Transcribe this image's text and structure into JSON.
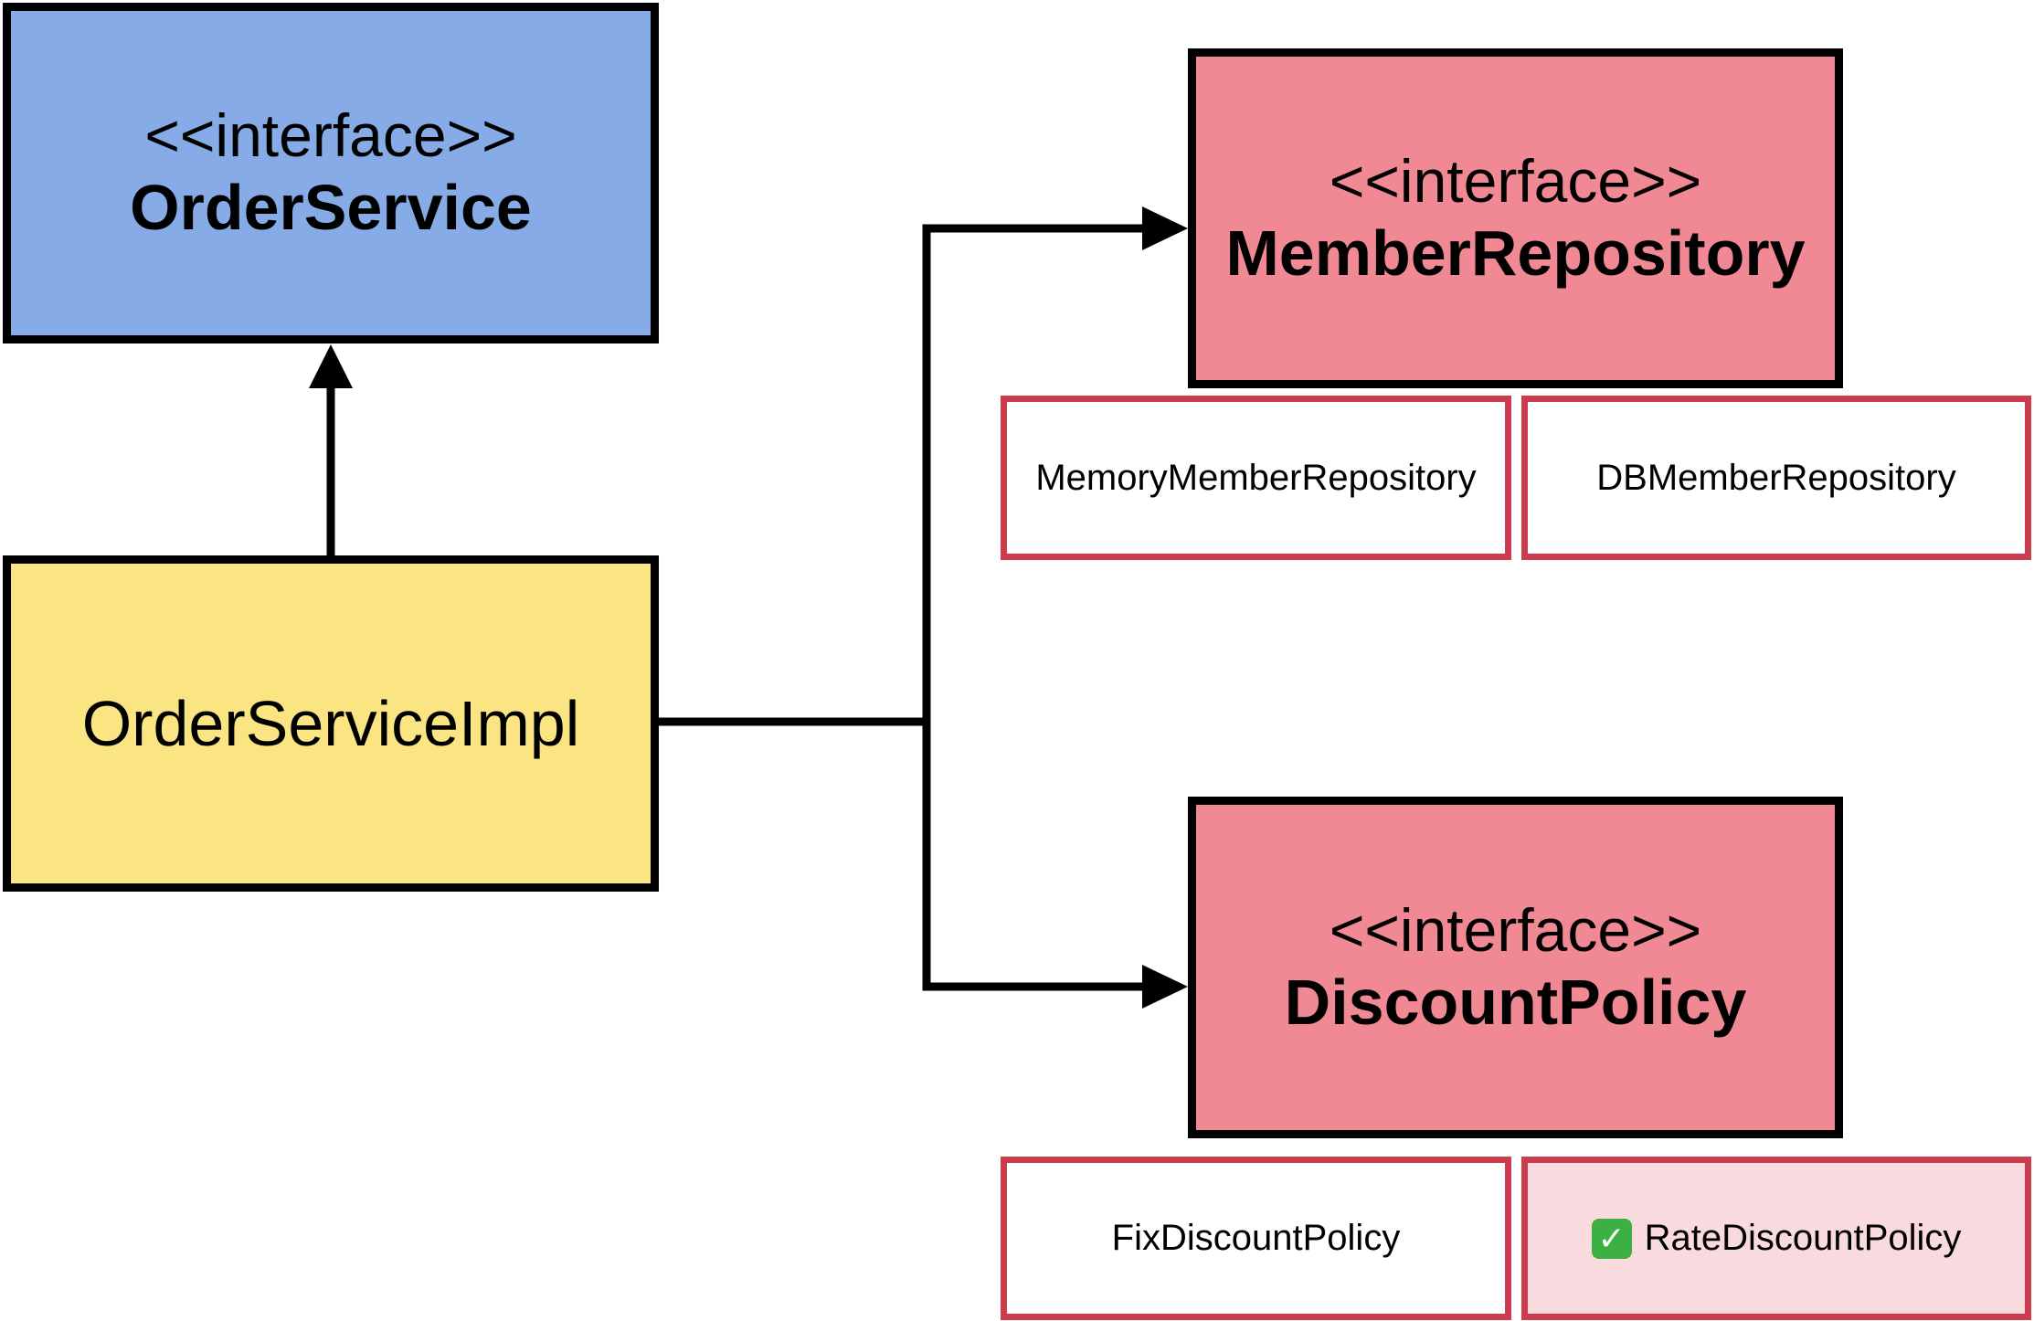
{
  "nodes": {
    "order_service": {
      "stereotype": "<<interface>>",
      "name": "OrderService",
      "fill": "#86abe6"
    },
    "order_service_impl": {
      "name": "OrderServiceImpl",
      "fill": "#fae582"
    },
    "member_repository": {
      "stereotype": "<<interface>>",
      "name": "MemberRepository",
      "fill": "#f08994"
    },
    "discount_policy": {
      "stereotype": "<<interface>>",
      "name": "DiscountPolicy",
      "fill": "#f08994"
    }
  },
  "implementations": {
    "memory_member_repository": {
      "name": "MemoryMemberRepository"
    },
    "db_member_repository": {
      "name": "DBMemberRepository"
    },
    "fix_discount_policy": {
      "name": "FixDiscountPolicy"
    },
    "rate_discount_policy": {
      "name": "RateDiscountPolicy",
      "selected": true,
      "icon": "check-icon",
      "fill": "#f9dade"
    }
  },
  "colors": {
    "border": "#000000",
    "implementation_border": "#cc3b4e"
  }
}
